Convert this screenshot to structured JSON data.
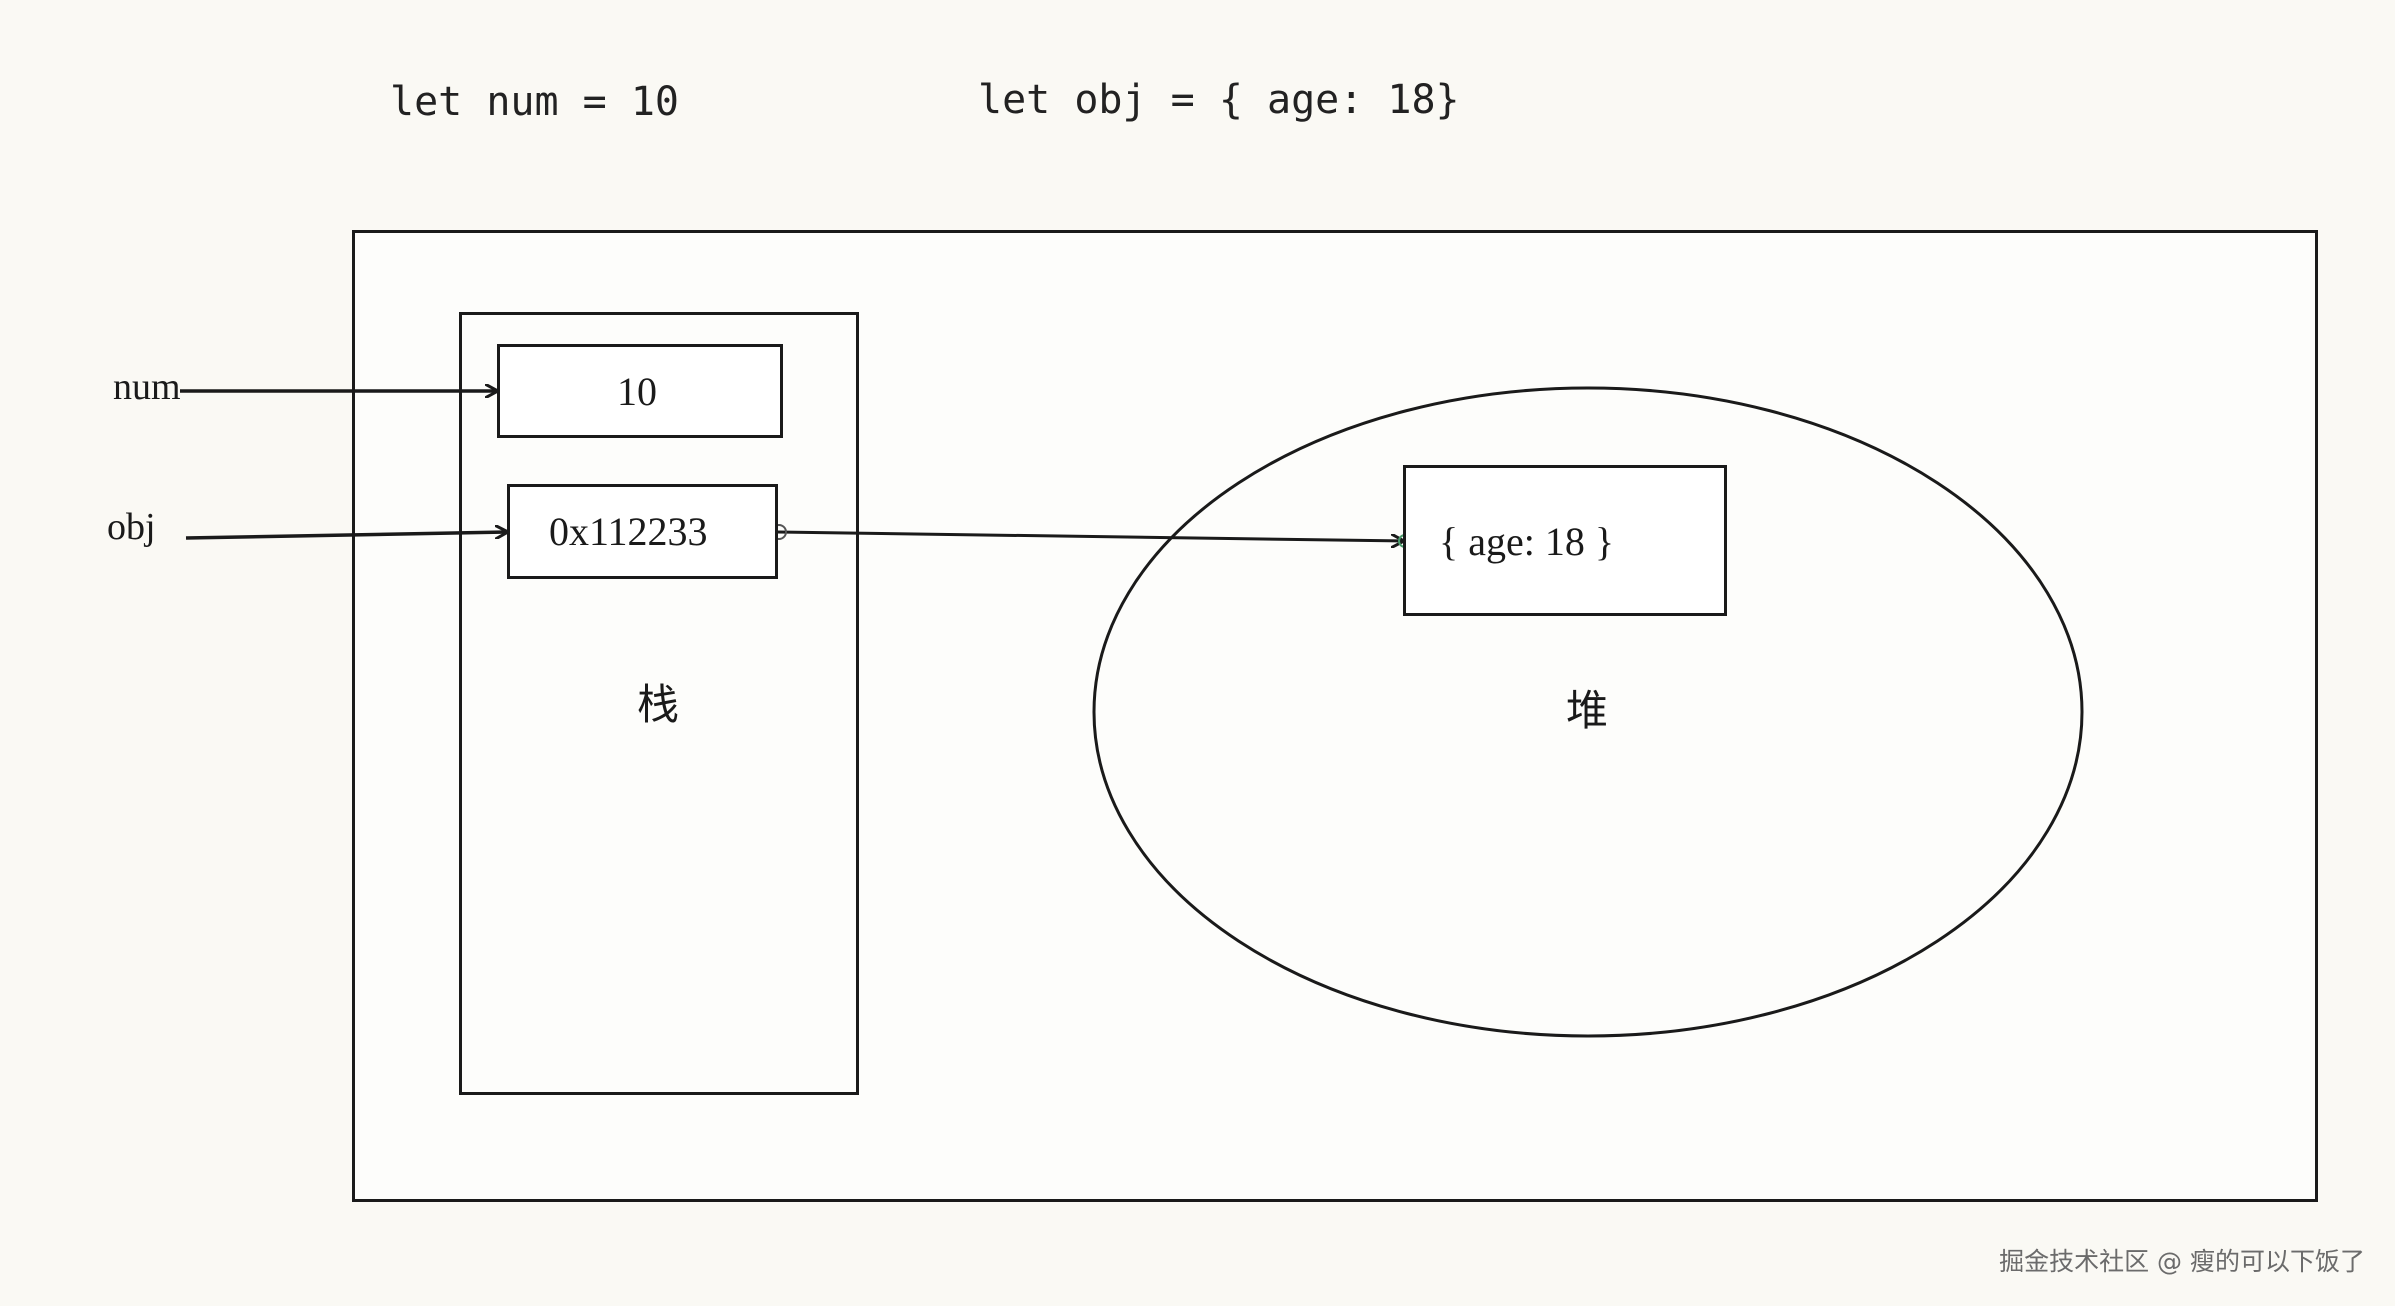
{
  "code": {
    "num_decl": "let num = 10",
    "obj_decl": "let obj = { age: 18}"
  },
  "variables": {
    "num": "num",
    "obj": "obj"
  },
  "stack": {
    "label": "栈",
    "num_value": "10",
    "obj_address": "0x112233"
  },
  "heap": {
    "label": "堆",
    "object": "{ age: 18 }"
  },
  "watermark": "掘金技术社区 @ 瘦的可以下饭了",
  "colors": {
    "background": "#faf9f4",
    "line": "#1a1a1a"
  }
}
